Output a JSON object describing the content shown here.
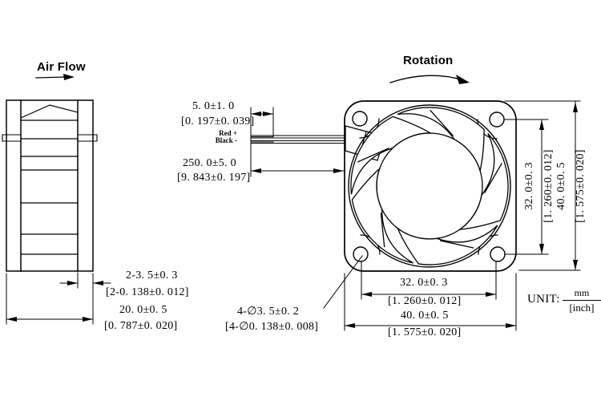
{
  "labels": {
    "air_flow": "Air Flow",
    "rotation": "Rotation"
  },
  "wire_labels": {
    "red": "Red +",
    "black": "Black -"
  },
  "dims": {
    "lead_strip_mm": "5. 0±1. 0",
    "lead_strip_in": "[0. 197±0. 039]",
    "lead_length_mm": "250. 0±5. 0",
    "lead_length_in": "[9. 843±0. 197]",
    "flange_mm": "2-3. 5±0. 3",
    "flange_in": "[2-0. 138±0. 012]",
    "depth_mm": "20. 0±0. 5",
    "depth_in": "[0. 787±0. 020]",
    "holes_mm": "4-∅3. 5±0. 2",
    "holes_in": "[4-∅0. 138±0. 008]",
    "pitch_h_mm": "32. 0±0. 3",
    "pitch_h_in": "[1. 260±0. 012]",
    "width_mm": "40. 0±0. 5",
    "width_in": "[1. 575±0. 020]",
    "pitch_v_mm": "32. 0±0. 3",
    "pitch_v_in": "[1. 260±0. 012]",
    "height_mm": "40. 0±0. 5",
    "height_in": "[1. 575±0. 020]"
  },
  "unit": {
    "label": "UNIT:",
    "numerator": "mm",
    "denominator": "[inch]"
  }
}
